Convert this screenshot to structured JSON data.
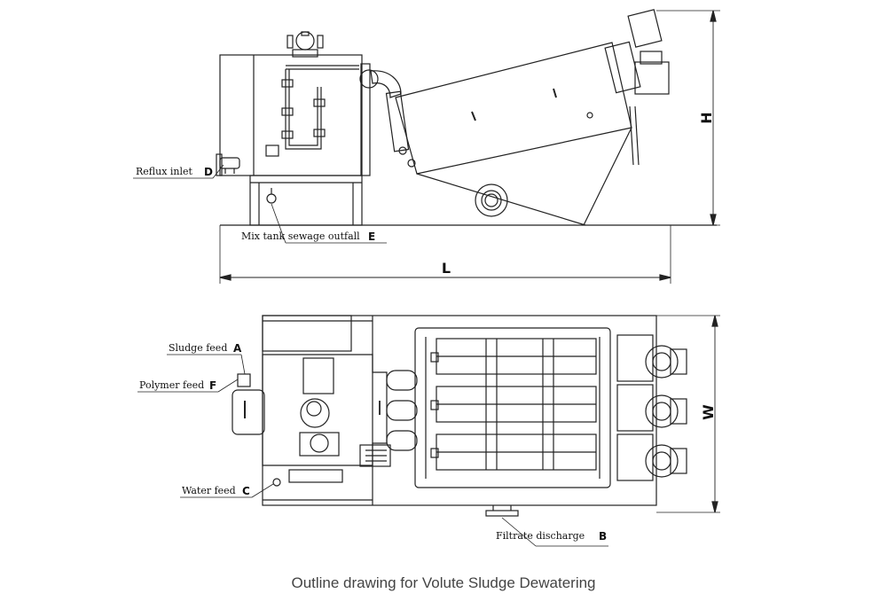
{
  "caption": "Outline drawing for Volute Sludge Dewatering",
  "dimensions": {
    "length": "L",
    "height": "H",
    "width": "W"
  },
  "callouts": {
    "reflux_inlet": {
      "label": "Reflux inlet",
      "letter": "D"
    },
    "mix_tank_outfall": {
      "label": "Mix tank sewage outfall",
      "letter": "E"
    },
    "sludge_feed": {
      "label": "Sludge feed",
      "letter": "A"
    },
    "polymer_feed": {
      "label": "Polymer feed",
      "letter": "F"
    },
    "water_feed": {
      "label": "Water feed",
      "letter": "C"
    },
    "filtrate_discharge": {
      "label": "Filtrate discharge",
      "letter": "B"
    }
  }
}
